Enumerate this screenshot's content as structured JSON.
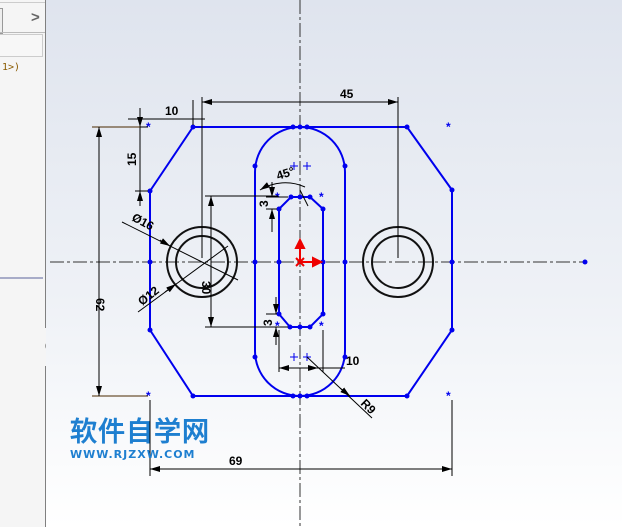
{
  "panel": {
    "expand_icon": "chevron-right-icon",
    "expand_label": ">",
    "text": "1>)"
  },
  "dimensions": {
    "top_chamfer_width": "10",
    "half_width": "45",
    "chamfer_height": "15",
    "total_height": "62",
    "outer_hole_diameter": "Ø16",
    "inner_hole_diameter": "Ø12",
    "hole_spacing": "30",
    "inner_chamfer_top": "3",
    "inner_chamfer_bottom": "3",
    "chamfer_angle": "45°",
    "slot_width": "10",
    "slot_radius": "R9",
    "total_width": "69"
  },
  "watermark": {
    "cn": "软件自学网",
    "en": "WWW.RJZXW.COM"
  },
  "colors": {
    "sketch": "#0000ee",
    "dimension": "#000000",
    "origin": "#ee0000"
  }
}
